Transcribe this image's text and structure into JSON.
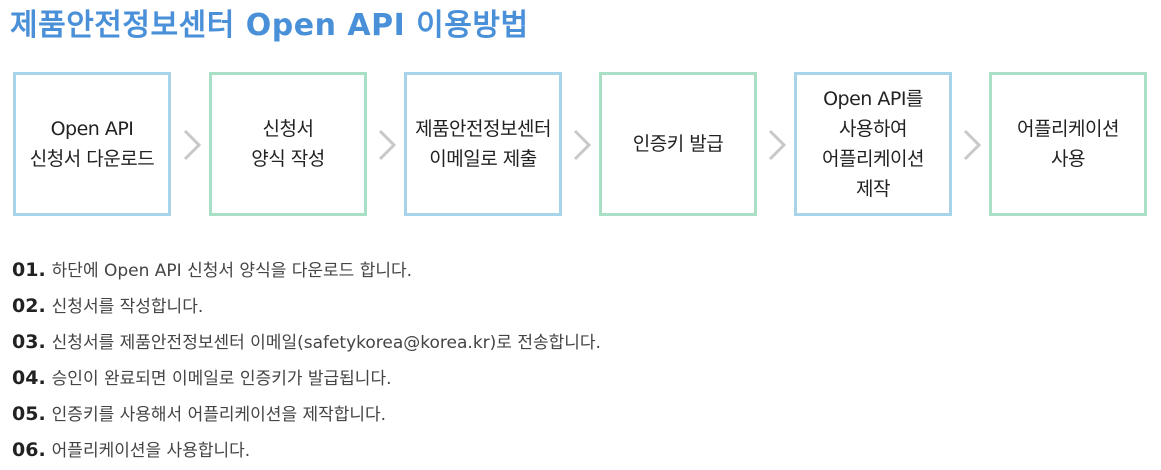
{
  "title": "제품안전정보센터 Open API 이용방법",
  "steps": [
    {
      "label": "Open API\n신청서 다운로드",
      "color": "blue"
    },
    {
      "label": "신청서\n양식 작성",
      "color": "green"
    },
    {
      "label": "제품안전정보센터\n이메일로 제출",
      "color": "blue"
    },
    {
      "label": "인증키 발급",
      "color": "green"
    },
    {
      "label": "Open API를\n사용하여\n어플리케이션\n제작",
      "color": "blue"
    },
    {
      "label": "어플리케이션\n사용",
      "color": "green"
    }
  ],
  "colors": {
    "title": "#4a90d9",
    "border_blue": "#a8d4ea",
    "border_green": "#a9dfc4",
    "arrow": "#c8c8c8"
  },
  "arrow_icon": "chevron-right-icon",
  "instructions": [
    {
      "num": "01.",
      "text": "하단에 Open API 신청서 양식을 다운로드 합니다."
    },
    {
      "num": "02.",
      "text": "신청서를 작성합니다."
    },
    {
      "num": "03.",
      "text": "신청서를 제품안전정보센터 이메일(safetykorea@korea.kr)로 전송합니다."
    },
    {
      "num": "04.",
      "text": "승인이 완료되면 이메일로 인증키가 발급됩니다."
    },
    {
      "num": "05.",
      "text": "인증키를 사용해서 어플리케이션을 제작합니다."
    },
    {
      "num": "06.",
      "text": "어플리케이션을 사용합니다."
    }
  ]
}
